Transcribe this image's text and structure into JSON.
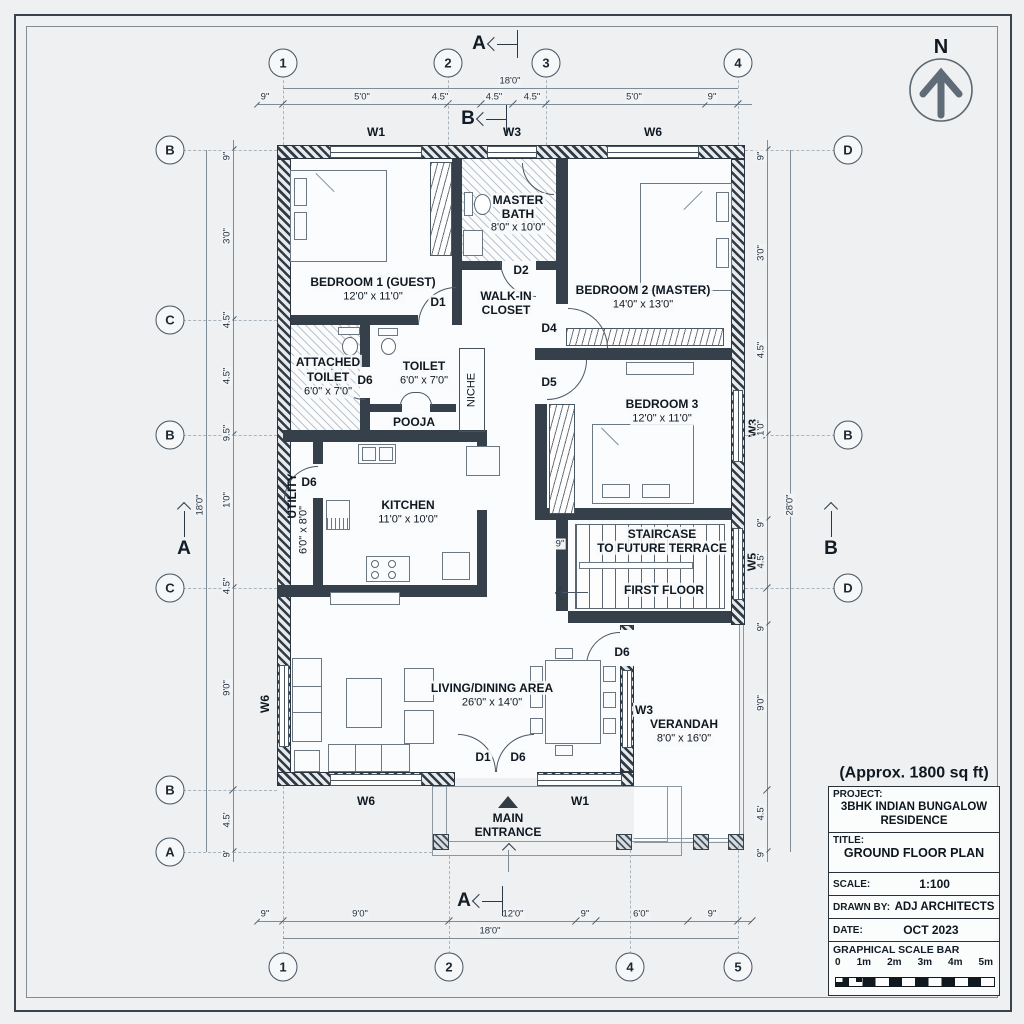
{
  "north": {
    "label": "N"
  },
  "sections": {
    "a": "A",
    "b": "B"
  },
  "grid": {
    "top": [
      "1",
      "2",
      "3",
      "4"
    ],
    "bottom": [
      "1",
      "2",
      "4",
      "5"
    ],
    "left": [
      "B",
      "C",
      "B",
      "C",
      "B",
      "A"
    ],
    "right": [
      "D",
      "B",
      "D"
    ]
  },
  "dims": {
    "top": [
      "9\"",
      "5'0\"",
      "4.5\"",
      "4.5\"",
      "4.5\"",
      "5'0\"",
      "9\""
    ],
    "top_overall": "18'0\"",
    "bottom": [
      "9\"",
      "9'0\"",
      "12'0\"",
      "9\"",
      "6'0\"",
      "9\""
    ],
    "bottom_overall": "18'0\"",
    "left": [
      "9\"",
      "3'0\"",
      "4.5\"",
      "4.5\"",
      "9.5\"",
      "1'0\"",
      "4.5\"",
      "9'0\"",
      "4.5'",
      "9'"
    ],
    "left_overall": "18'0\"",
    "right": [
      "9\"",
      "3'0\"",
      "4.5\"",
      "1'0\"",
      "9\"",
      "4.5'",
      "9\"",
      "9'0\"",
      "4.5'",
      "9\""
    ],
    "right_overall": "28'0\"",
    "stairs_width": "9\""
  },
  "rooms": {
    "bedroom1": {
      "name": "BEDROOM 1 (GUEST)",
      "size": "12'0\" x 11'0\""
    },
    "master_bath": {
      "name1": "MASTER",
      "name2": "BATH",
      "size": "8'0\" x 10'0\""
    },
    "walk_in": {
      "name1": "WALK-IN",
      "name2": "CLOSET"
    },
    "bedroom2": {
      "name": "BEDROOM 2 (MASTER)",
      "size": "14'0\" x 13'0\""
    },
    "attached_toilet": {
      "name1": "ATTACHED",
      "name2": "TOILET",
      "size": "6'0\" x 7'0\""
    },
    "toilet": {
      "name": "TOILET",
      "size": "6'0\" x 7'0\""
    },
    "pooja": {
      "name": "POOJA"
    },
    "niche": {
      "name": "NICHE"
    },
    "bedroom3": {
      "name": "BEDROOM 3",
      "size": "12'0\" x 11'0\""
    },
    "kitchen": {
      "name": "KITCHEN",
      "size": "11'0\" x 10'0\""
    },
    "utility": {
      "name": "UTILITY",
      "size": "6'0\" x 8'0\""
    },
    "staircase": {
      "name1": "STAIRCASE",
      "name2": "TO FUTURE TERRACE",
      "sub": "FIRST FLOOR"
    },
    "living": {
      "name": "LIVING/DINING AREA",
      "size": "26'0\" x 14'0\""
    },
    "verandah": {
      "name": "VERANDAH",
      "size": "8'0\" x 16'0\""
    },
    "entrance": {
      "name1": "MAIN",
      "name2": "ENTRANCE"
    }
  },
  "doors": {
    "d1": "D1",
    "d2": "D2",
    "d4": "D4",
    "d5": "D5",
    "d6": "D6"
  },
  "windows": {
    "w1": "W1",
    "w3": "W3",
    "w5": "W5",
    "w6": "W6"
  },
  "title_block": {
    "approx": "(Approx. 1800 sq ft)",
    "project_label": "PROJECT:",
    "project": "3BHK INDIAN BUNGALOW RESIDENCE",
    "title_label": "TITLE:",
    "title": "GROUND FLOOR PLAN",
    "scale_label": "SCALE:",
    "scale": "1:100",
    "drawn_label": "DRAWN BY:",
    "drawn_by": "ADJ ARCHITECTS",
    "date_label": "DATE:",
    "date": "OCT 2023",
    "bar_label": "GRAPHICAL SCALE BAR",
    "bar_ticks": [
      "0",
      "1m",
      "2m",
      "3m",
      "4m",
      "5m"
    ]
  }
}
